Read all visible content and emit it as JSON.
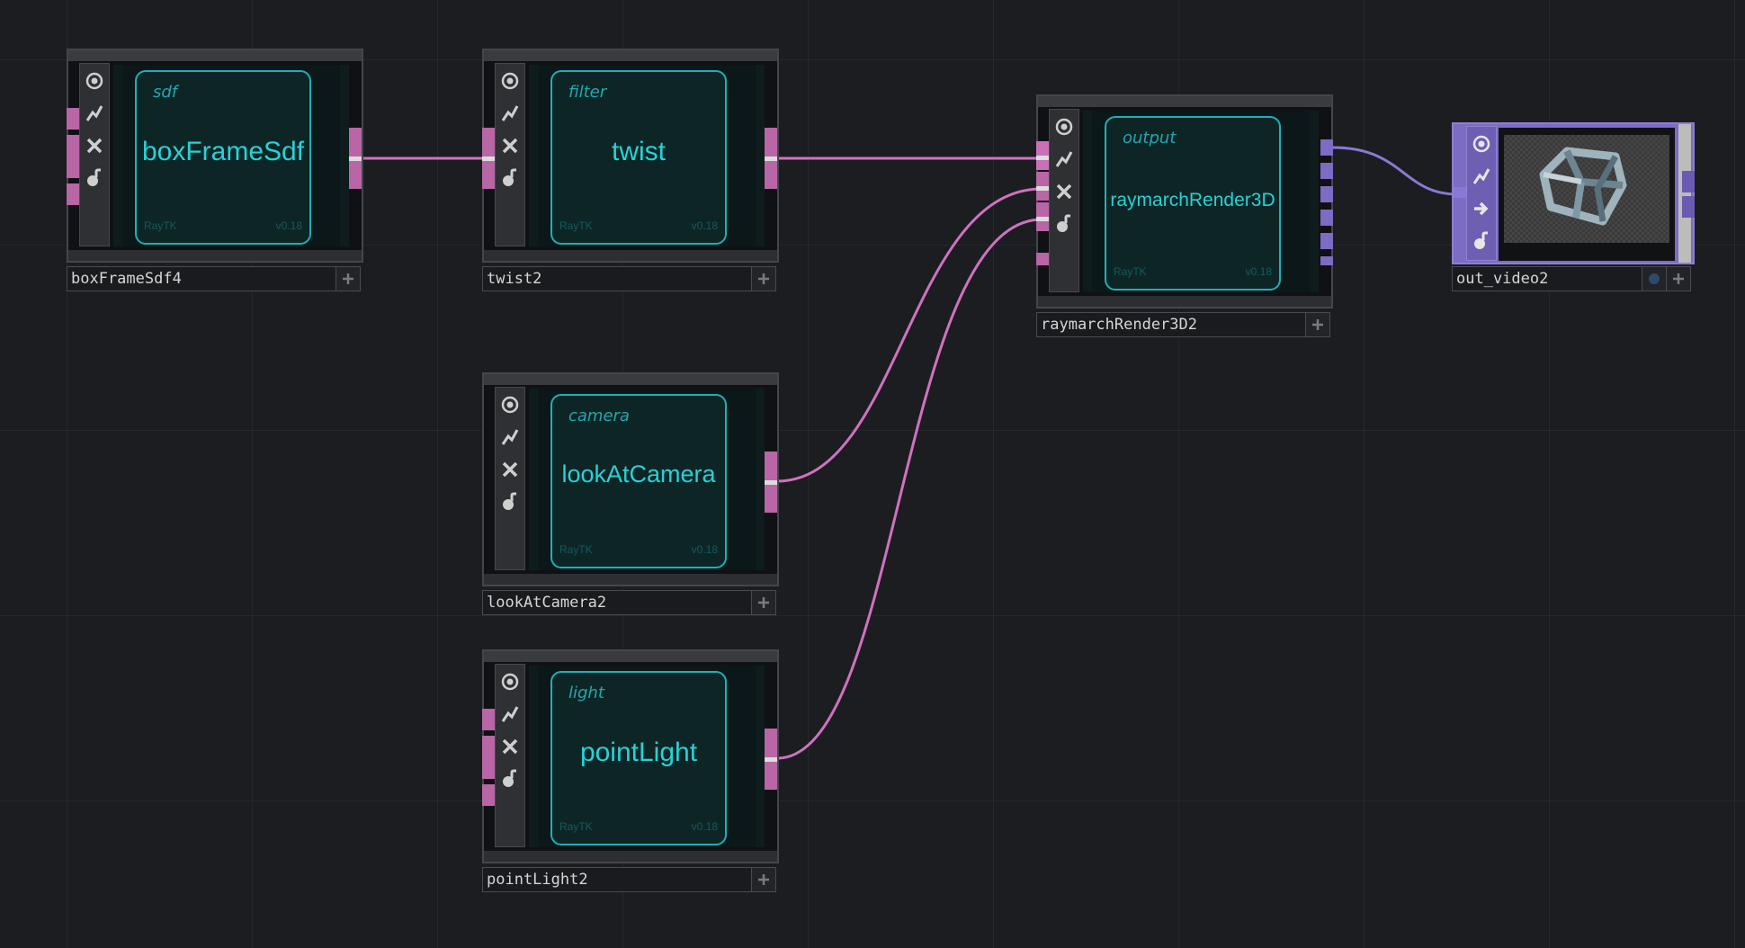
{
  "window": {
    "title": ""
  },
  "colors": {
    "background": "#1c1d21",
    "accent_teal": "#26d2d6",
    "wire_pink": "#cf72bf",
    "wire_purple": "#8a78d6",
    "port_pink": "#b866a6",
    "port_purple": "#7d6bc4"
  },
  "node_buttons": [
    "viewer-icon",
    "bypass-icon",
    "close-icon",
    "clone-icon"
  ],
  "nodes": [
    {
      "id": "boxFrameSdf4",
      "category": "sdf",
      "op": "boxFrameSdf",
      "brand": "RayTK",
      "version": "v0.18",
      "name": "boxFrameSdf4"
    },
    {
      "id": "twist2",
      "category": "filter",
      "op": "twist",
      "brand": "RayTK",
      "version": "v0.18",
      "name": "twist2"
    },
    {
      "id": "lookAtCamera2",
      "category": "camera",
      "op": "lookAtCamera",
      "brand": "RayTK",
      "version": "v0.18",
      "name": "lookAtCamera2"
    },
    {
      "id": "pointLight2",
      "category": "light",
      "op": "pointLight",
      "brand": "RayTK",
      "version": "v0.18",
      "name": "pointLight2"
    },
    {
      "id": "raymarchRender3D2",
      "category": "output",
      "op": "raymarchRender3D",
      "brand": "RayTK",
      "version": "v0.18",
      "name": "raymarchRender3D2"
    }
  ],
  "video_node": {
    "name": "out_video2",
    "preview_icon": "twisted-box-frame-render"
  },
  "connections": [
    {
      "from": "boxFrameSdf4",
      "to": "twist2"
    },
    {
      "from": "twist2",
      "to": "raymarchRender3D2"
    },
    {
      "from": "lookAtCamera2",
      "to": "raymarchRender3D2"
    },
    {
      "from": "pointLight2",
      "to": "raymarchRender3D2"
    },
    {
      "from": "raymarchRender3D2",
      "to": "out_video2"
    }
  ]
}
